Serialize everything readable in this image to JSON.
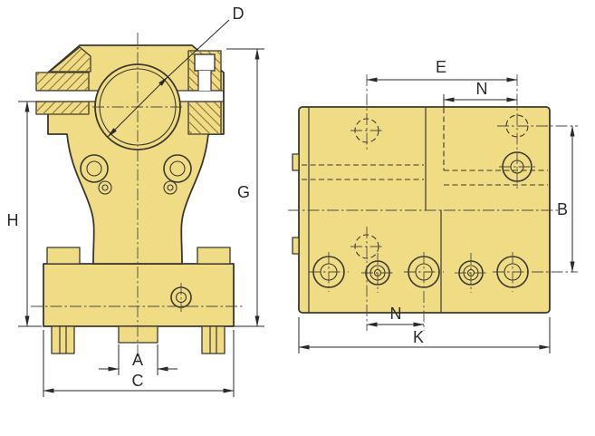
{
  "labels": {
    "front_view": {
      "bore_diameter": "D",
      "height_to_slit": "H",
      "overall_height": "G",
      "tenon_width": "A",
      "base_width": "C"
    },
    "side_view": {
      "top_hole_spacing": "E",
      "top_offset": "N",
      "hole_height_spacing": "B",
      "bottom_offset": "N",
      "overall_length": "K"
    }
  },
  "colors": {
    "background": "#ffffff",
    "body_fill": "#F1DC86",
    "outline": "#3b382e",
    "hatch": "#8a7534",
    "dim": "#2b2a26",
    "centerline": "#4c4a42",
    "slit_fill": "#ffffff"
  }
}
